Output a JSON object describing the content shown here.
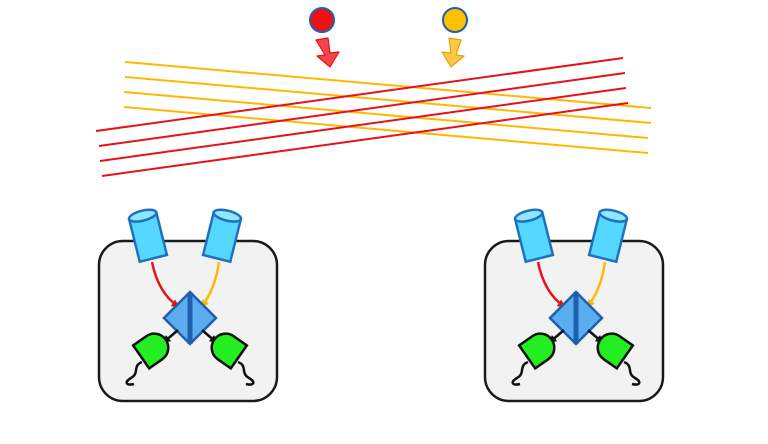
{
  "colors": {
    "red": "#e8101a",
    "yellow": "#ffb800",
    "photon_red_fill": "#ee1111",
    "photon_yellow_fill": "#ffc000",
    "arrow_red_fill": "#f04848",
    "arrow_yellow_fill": "#ffc84a",
    "station_fill": "#f2f2f2",
    "station_stroke": "#1a1a1a",
    "telescope_fill": "#55d8ff",
    "telescope_stroke": "#1f70c1",
    "beamsplitter_fill": "#5aaef0",
    "beamsplitter_stroke": "#1f5fae",
    "detector_fill": "#22ee22",
    "detector_stroke": "#111111"
  },
  "elements": {
    "photon_sources": [
      "red-photon",
      "yellow-photon"
    ],
    "beam_bundles": [
      "red-beams",
      "yellow-beams"
    ],
    "stations": [
      "left-station",
      "right-station"
    ],
    "station_parts": [
      "telescope-left",
      "telescope-right",
      "beamsplitter",
      "detector-left",
      "detector-right"
    ]
  }
}
